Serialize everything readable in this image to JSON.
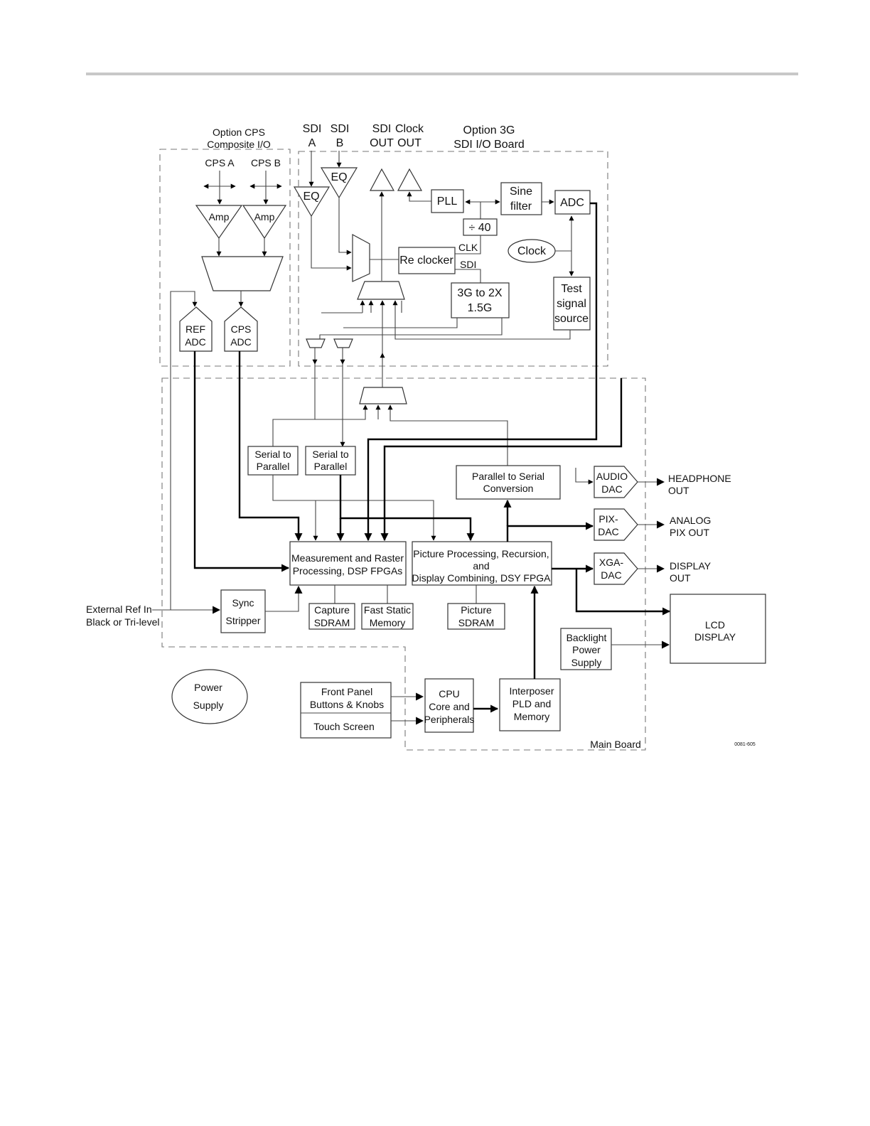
{
  "header_rule_color": "#c8c8c8",
  "labels": {
    "option_cps": [
      "Option CPS",
      "Composite I/O"
    ],
    "cps_a": "CPS A",
    "cps_b": "CPS B",
    "amp": "Amp",
    "ref_adc": [
      "REF",
      "ADC"
    ],
    "cps_adc": [
      "CPS",
      "ADC"
    ],
    "sdi_a": [
      "SDI",
      "A"
    ],
    "sdi_b": [
      "SDI",
      "B"
    ],
    "sdi_out": [
      "SDI",
      "OUT"
    ],
    "clock_out": [
      "Clock",
      "OUT"
    ],
    "option_3g": [
      "Option 3G",
      "SDI I/O Board"
    ],
    "eq": "EQ",
    "pll": "PLL",
    "sine_filter": [
      "Sine",
      "filter"
    ],
    "adc": "ADC",
    "div40": "÷ 40",
    "clk": "CLK",
    "sdi": "SDI",
    "reclocker": "Re clocker",
    "clock": "Clock",
    "g3_to_2x": [
      "3G to 2X",
      "1.5G"
    ],
    "test_signal": [
      "Test",
      "signal",
      "source"
    ],
    "serial_to_parallel": [
      "Serial to",
      "Parallel"
    ],
    "parallel_to_serial": [
      "Parallel to Serial",
      "Conversion"
    ],
    "audio_dac": [
      "AUDIO",
      "DAC"
    ],
    "headphone_out": [
      "HEADPHONE",
      "OUT"
    ],
    "pix_dac": [
      "PIX-",
      "DAC"
    ],
    "analog_pix_out": [
      "ANALOG",
      "PIX OUT"
    ],
    "xga_dac": [
      "XGA-",
      "DAC"
    ],
    "display_out": [
      "DISPLAY",
      "OUT"
    ],
    "meas_raster": [
      "Measurement and Raster",
      "Processing, DSP FPGAs"
    ],
    "picture_proc": [
      "Picture Processing, Recursion,",
      "and",
      "Display Combining, DSY FPGA"
    ],
    "ext_ref": [
      "External Ref In",
      "Black or Tri-level"
    ],
    "sync_stripper": [
      "Sync",
      "Stripper"
    ],
    "capture_sdram": [
      "Capture",
      "SDRAM"
    ],
    "fast_static": [
      "Fast Static",
      "Memory"
    ],
    "picture_sdram": [
      "Picture",
      "SDRAM"
    ],
    "lcd_display": [
      "LCD",
      "DISPLAY"
    ],
    "backlight": [
      "Backlight",
      "Power",
      "Supply"
    ],
    "power_supply": [
      "Power",
      "Supply"
    ],
    "front_panel": [
      "Front Panel",
      "Buttons & Knobs"
    ],
    "touch_screen": "Touch Screen",
    "cpu": [
      "CPU",
      "Core and",
      "Peripherals"
    ],
    "interposer": [
      "Interposer",
      "PLD and",
      "Memory"
    ],
    "main_board": "Main Board",
    "figure_code": "0081-605"
  }
}
